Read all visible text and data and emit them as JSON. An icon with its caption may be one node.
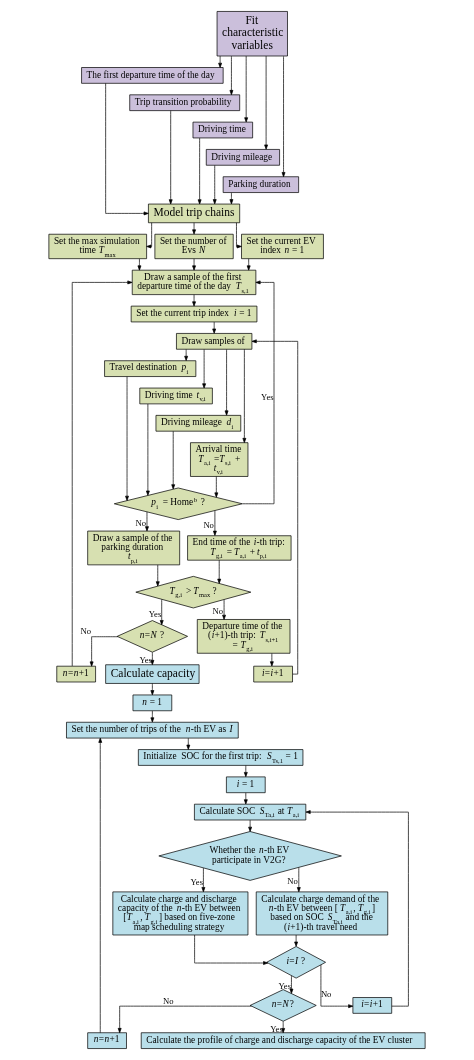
{
  "diagram": {
    "nodes": [
      {
        "text": [
          "Fit characteristic variables"
        ]
      },
      {
        "text": [
          "The first departure time of the day"
        ]
      },
      {
        "text": [
          "Trip transition probability"
        ]
      },
      {
        "text": [
          "Driving time"
        ]
      },
      {
        "text": [
          "Driving mileage"
        ]
      },
      {
        "text": [
          "Parking duration"
        ]
      },
      {
        "text": [
          "Model trip chains"
        ]
      },
      {
        "text": [
          "Set the max simulation time *T*$_{max}$"
        ]
      },
      {
        "text": [
          "Set the number of Evs *N*"
        ]
      },
      {
        "text": [
          "Set the current EV index *n* = 1"
        ]
      },
      {
        "text": [
          "*n*=*n*+1"
        ]
      },
      {
        "text": [
          "Draw a sample of the first departure time of the day *T*$_{s,1}$"
        ]
      },
      {
        "text": [
          "Set the current trip index *i* = 1"
        ]
      },
      {
        "text": [
          "*i*=*i*+1"
        ]
      },
      {
        "text": [
          "Draw samples of"
        ]
      },
      {
        "text": [
          "Travel destination *p*$_{i}$"
        ]
      },
      {
        "text": [
          "Driving time *t*$_{v,i}$"
        ]
      },
      {
        "text": [
          "Driving mileage *d*$_{i}$"
        ]
      },
      {
        "text": [
          "Arrival time *T*$_{a,i}$ =*T*$_{s,i}$ + *t*$_{v,i}$"
        ]
      },
      {
        "text": [
          "Departure time of the (*i*+1)-th trip: *T*$_{s,i+1}$ = *T*$_{g,i}$"
        ]
      },
      {
        "text": [
          "Draw a sample of the parking duration *t*$_{p,i}$"
        ]
      },
      {
        "text": [
          "*p*$_{i}$ = Home$^{b}$ ?"
        ]
      },
      {
        "text": [
          "*T*$_{g,i}$ > *T*$_{max}$ ?"
        ]
      },
      {
        "text": [
          "End time of the *i*-th trip: *T*$_{g,i}$ = *T*$_{a,i}$ + *t*$_{p,i}$"
        ]
      },
      {
        "text": [
          "*n*=*N* ?"
        ]
      },
      {
        "text": [
          "Calculate capacity"
        ]
      },
      {
        "text": [
          "*n* = 1"
        ]
      },
      {
        "text": [
          "*n*=*n*+1"
        ]
      },
      {
        "text": [
          "Set the number of trips of the *n*-th EV as *I*"
        ]
      },
      {
        "text": [
          "Initialize  SOC for the first trip: *S*$_{Ts,1}$ = 1"
        ]
      },
      {
        "text": [
          "*i* = 1"
        ]
      },
      {
        "text": [
          "Calculate SOC *S*$_{Ta,i}$ at *T*$_{a,i}$"
        ]
      },
      {
        "text": [
          "Whether the *n*-th EV participate in V2G?"
        ]
      },
      {
        "text": [
          "Calculate charge and discharge capacity of the *n*-th EV between [*T*$_{a,i}$, *T*$_{g,i}$] based on five-zone map scheduling strategy"
        ]
      },
      {
        "text": [
          "Calculate charge demand of the *n*-th EV between [*T*$_{a,i}$, *T*$_{g,i}$] based on SOC *S*$_{Ta,i}$ and the (*i*+1)-th travel need"
        ]
      },
      {
        "text": [
          "*i*=*I* ?"
        ]
      },
      {
        "text": [
          "*i*=*i*+1"
        ]
      },
      {
        "text": [
          "*n*=*N*?"
        ]
      },
      {
        "text": [
          "Calculate the profile of charge and discharge capacity of the EV cluster"
        ]
      }
    ],
    "edges": [
      {
        "from": 0,
        "to": 1,
        "arrow": "to"
      },
      {
        "from": 0,
        "to": 2,
        "arrow": "to"
      },
      {
        "from": 0,
        "to": 3,
        "arrow": "to"
      },
      {
        "from": 0,
        "to": 4,
        "arrow": "to"
      },
      {
        "from": 0,
        "to": 5,
        "arrow": "to"
      },
      {
        "from": 1,
        "to": 6,
        "arrow": "to"
      },
      {
        "from": 2,
        "to": 6,
        "arrow": "to"
      },
      {
        "from": 3,
        "to": 6,
        "arrow": "to"
      },
      {
        "from": 4,
        "to": 6,
        "arrow": "to"
      },
      {
        "from": 5,
        "to": 6,
        "arrow": "to"
      },
      {
        "from": 6,
        "to": 7,
        "arrow": "to"
      },
      {
        "from": 6,
        "to": 8,
        "arrow": "to"
      },
      {
        "from": 6,
        "to": 9,
        "arrow": "to"
      },
      {
        "from": 7,
        "to": 11,
        "arrow": "to"
      },
      {
        "from": 8,
        "to": 11,
        "arrow": "to"
      },
      {
        "from": 9,
        "to": 11,
        "arrow": "to"
      },
      {
        "from": 10,
        "to": 11,
        "arrow": "to"
      },
      {
        "from": 11,
        "to": 12,
        "arrow": "to"
      },
      {
        "from": 12,
        "to": 14,
        "arrow": "to"
      },
      {
        "from": 13,
        "to": 14,
        "arrow": "to"
      },
      {
        "from": 14,
        "to": 15,
        "arrow": "to"
      },
      {
        "from": 14,
        "to": 16,
        "arrow": "to"
      },
      {
        "from": 14,
        "to": 17,
        "arrow": "to"
      },
      {
        "from": 14,
        "to": 18,
        "arrow": "to"
      },
      {
        "from": 15,
        "to": 21,
        "arrow": "to"
      },
      {
        "from": 16,
        "to": 21,
        "arrow": "to"
      },
      {
        "from": 17,
        "to": 21,
        "arrow": "to"
      },
      {
        "from": 18,
        "to": 21,
        "arrow": "to"
      },
      {
        "from": 21,
        "to": 11,
        "arrow": "to",
        "label": "Yes"
      },
      {
        "from": 21,
        "to": 20,
        "arrow": "to",
        "label": "No"
      },
      {
        "from": 21,
        "to": 23,
        "arrow": "to",
        "label": "No"
      },
      {
        "from": 20,
        "to": 22,
        "arrow": "to"
      },
      {
        "from": 23,
        "to": 22,
        "arrow": "to"
      },
      {
        "from": 22,
        "to": 19,
        "arrow": "to",
        "label": "No"
      },
      {
        "from": 19,
        "to": 13,
        "arrow": "to"
      },
      {
        "from": 22,
        "to": 24,
        "arrow": "to",
        "label": "Yes"
      },
      {
        "from": 24,
        "to": 10,
        "arrow": "to",
        "label": "No"
      },
      {
        "from": 24,
        "to": 25,
        "arrow": "to",
        "label": "Yes"
      },
      {
        "from": 25,
        "to": 26,
        "arrow": "to"
      },
      {
        "from": 26,
        "to": 28,
        "arrow": "to"
      },
      {
        "from": 27,
        "to": 28,
        "arrow": "to"
      },
      {
        "from": 28,
        "to": 29,
        "arrow": "to"
      },
      {
        "from": 29,
        "to": 30,
        "arrow": "to"
      },
      {
        "from": 30,
        "to": 31,
        "arrow": "to"
      },
      {
        "from": 31,
        "to": 32,
        "arrow": "to"
      },
      {
        "from": 32,
        "to": 33,
        "arrow": "to",
        "label": "Yes"
      },
      {
        "from": 32,
        "to": 34,
        "arrow": "to",
        "label": "No"
      },
      {
        "from": 33,
        "to": 35,
        "arrow": "to"
      },
      {
        "from": 34,
        "to": 35,
        "arrow": "to"
      },
      {
        "from": 35,
        "to": 36,
        "arrow": "to",
        "label": "No"
      },
      {
        "from": 36,
        "to": 31,
        "arrow": "to"
      },
      {
        "from": 35,
        "to": 37,
        "arrow": "to",
        "label": "Yes"
      },
      {
        "from": 37,
        "to": 27,
        "arrow": "to",
        "label": "No"
      },
      {
        "from": 37,
        "to": 38,
        "arrow": "to",
        "label": "Yes"
      }
    ]
  }
}
